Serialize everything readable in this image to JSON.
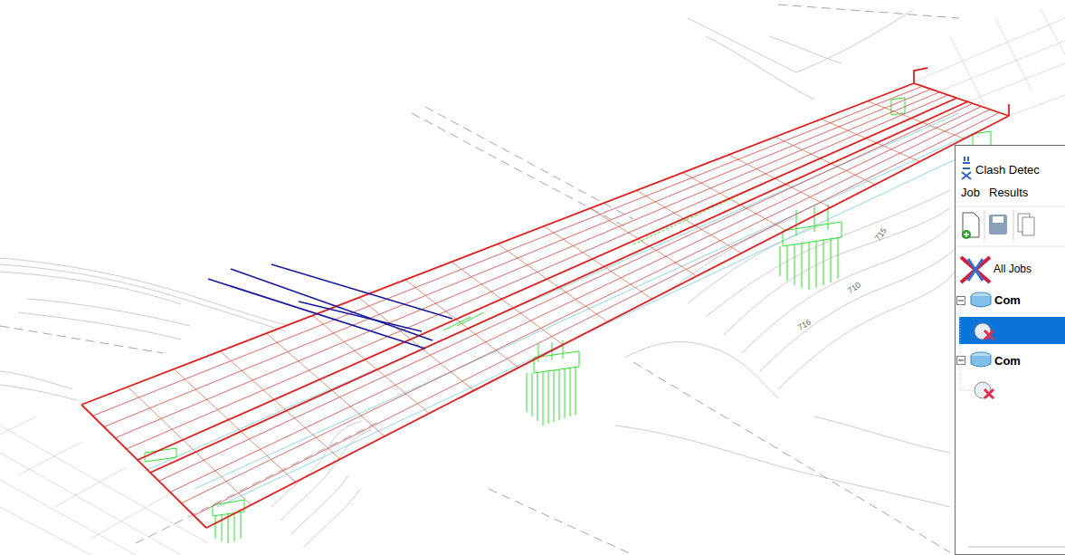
{
  "diagram": {
    "labels": [
      "Clash Detec",
      "Job",
      "Results",
      "All Jobs",
      "Com",
      "Com",
      "715",
      "710",
      "716"
    ]
  }
}
